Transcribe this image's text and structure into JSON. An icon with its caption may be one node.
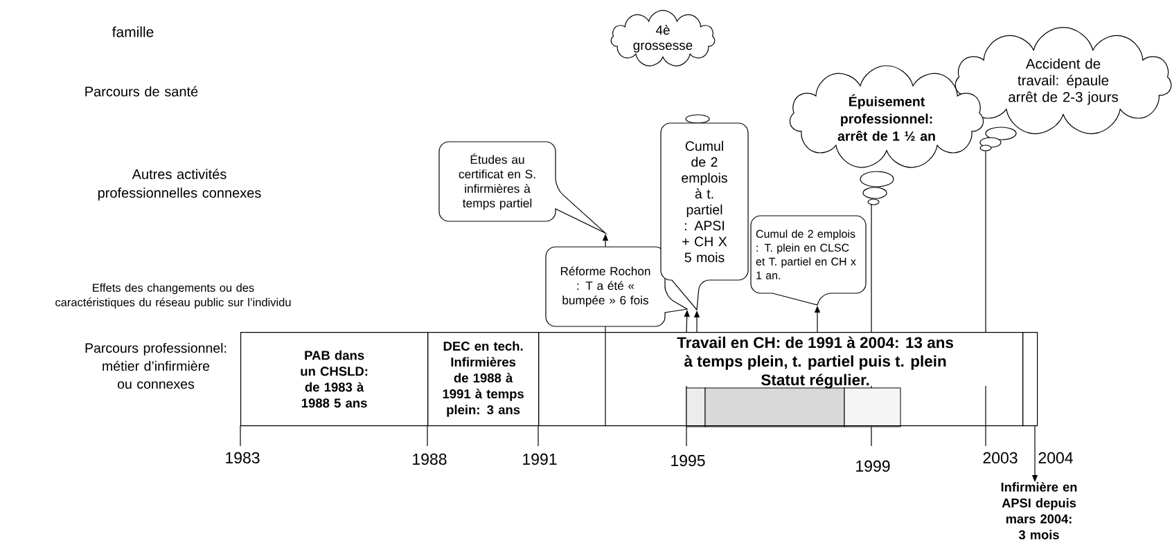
{
  "diagram": {
    "nodes": [
      {
        "text": [
          "4è grossesse"
        ]
      },
      {
        "text": [
          "Accident de travail: épaule arrêt de 2-3 jours"
        ]
      },
      {
        "text": [
          "Épuisement professionnel: arrêt de 1 ½ an"
        ]
      },
      {
        "text": [
          "Cumul de 2 emplois à t. partiel : APSI + CH X 5 mois"
        ]
      },
      {
        "text": [
          "Études au certificat en S. infirmières à temps partiel"
        ]
      },
      {
        "text": [
          "Cumul de 2 emplois : T. plein en CLSC et T. partiel en CH x 1 an."
        ]
      },
      {
        "text": [
          "Réforme Rochon : T a été « bumpée » 6 fois"
        ]
      },
      {
        "text": [
          "PAB dans un CHSLD: de 1983 à 1988 5 ans"
        ]
      },
      {
        "text": [
          "DEC en tech. Infirmières de 1988 à 1991 à temps plein: 3 ans"
        ]
      },
      {
        "text": [
          "Travail en CH: de 1991 à 2004: 13 ans à temps plein, t. partiel puis t. plein Statut régulier."
        ]
      },
      {
        "text": [],
        "shape": "box"
      },
      {
        "text": [
          "Infirmière en APSI depuis mars 2004: 3 mois"
        ]
      }
    ],
    "edges": [
      {
        "from": 6,
        "to": 4,
        "arrow": "to"
      },
      {
        "from": 9,
        "to": 6,
        "arrow": "none"
      },
      {
        "from": 9,
        "to": 6,
        "arrow": "to"
      },
      {
        "from": 9,
        "to": 3,
        "arrow": "to"
      },
      {
        "from": 9,
        "to": 5,
        "arrow": "to"
      },
      {
        "from": 9,
        "to": 2,
        "arrow": "none"
      },
      {
        "from": 9,
        "to": 1,
        "arrow": "none"
      },
      {
        "from": 10,
        "to": 11,
        "arrow": "to"
      }
    ],
    "labels": [
      "famille",
      "Parcours de santé",
      "Autres activités professionnelles connexes",
      "Effets des changements ou des caractéristiques du réseau public sur l’individu",
      "Parcours professionnel: métier d’infirmière ou connexes",
      "1983",
      "1988",
      "1991",
      "1995",
      "1999",
      "2003",
      "2004"
    ]
  }
}
